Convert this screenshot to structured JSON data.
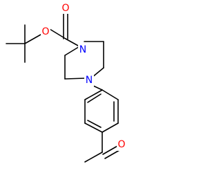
{
  "molecule": {
    "atoms": [
      {
        "id": "o_ester",
        "symbol": "O",
        "color": "#ff0000"
      },
      {
        "id": "o_carbonyl",
        "symbol": "O",
        "color": "#ff0000"
      },
      {
        "id": "n_top",
        "symbol": "N",
        "color": "#0000ff"
      },
      {
        "id": "n_bottom",
        "symbol": "N",
        "color": "#0000ff"
      },
      {
        "id": "o_acetyl",
        "symbol": "O",
        "color": "#ff0000"
      }
    ]
  }
}
